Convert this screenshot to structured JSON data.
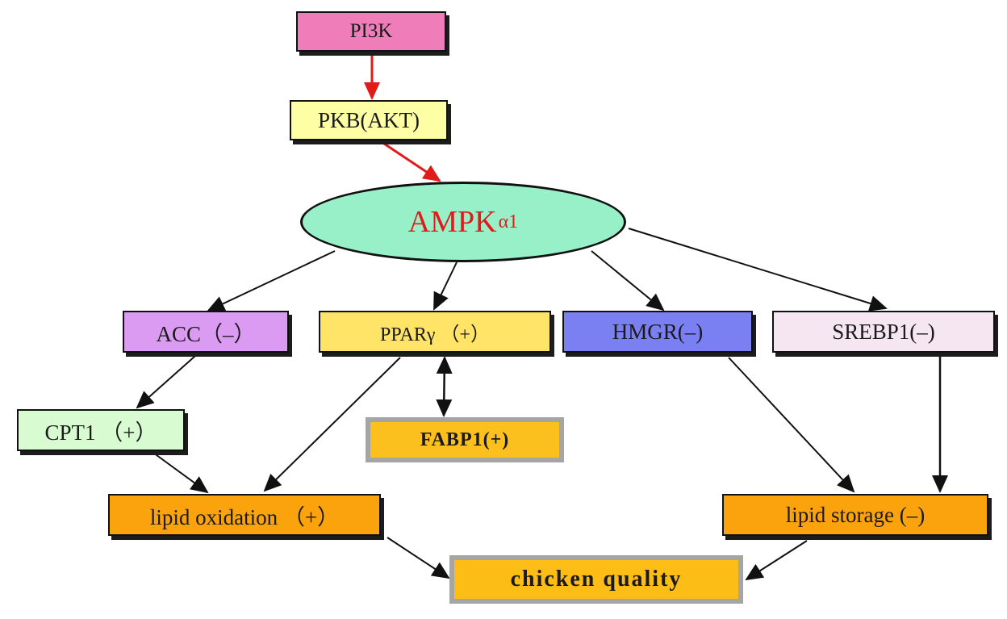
{
  "colors": {
    "pi3k": "#ef7dba",
    "pkb": "#feffa5",
    "ampk": "#98f0c9",
    "ampk_text": "#e11a1a",
    "acc": "#dc9bf2",
    "ppar": "#ffe467",
    "hmgr": "#7a80f2",
    "srebp": "#f6e6f2",
    "cpt1": "#d9fbd2",
    "fabp": "#fcc01e",
    "lipid_oxidation": "#fba30d",
    "lipid_storage": "#fba30d",
    "chicken_quality": "#fcbd17",
    "activation_arrow": "#e11a1a",
    "arrow": "#111111"
  },
  "nodes": {
    "pi3k": "PI3K",
    "pkb": "PKB(AKT)",
    "ampk_main": "AMPK",
    "ampk_sub": "α1",
    "acc": "ACC（–）",
    "ppar": "PPARγ （+）",
    "hmgr": "HMGR(–)",
    "srebp": "SREBP1(–)",
    "cpt1": "CPT1 （+）",
    "fabp": "FABP1(+)",
    "lipid_oxidation": "lipid oxidation （+）",
    "lipid_storage": "lipid storage (–)",
    "chicken_quality": "chicken  quality"
  },
  "edges": [
    {
      "from": "PI3K",
      "to": "PKB(AKT)",
      "type": "activation"
    },
    {
      "from": "PKB(AKT)",
      "to": "AMPKα1",
      "type": "activation"
    },
    {
      "from": "AMPKα1",
      "to": "ACC",
      "type": "regulation"
    },
    {
      "from": "AMPKα1",
      "to": "PPARγ",
      "type": "regulation"
    },
    {
      "from": "AMPKα1",
      "to": "HMGR",
      "type": "regulation"
    },
    {
      "from": "AMPKα1",
      "to": "SREBP1",
      "type": "regulation"
    },
    {
      "from": "ACC",
      "to": "CPT1",
      "type": "regulation"
    },
    {
      "from": "PPARγ",
      "to": "FABP1",
      "type": "bidirectional"
    },
    {
      "from": "CPT1",
      "to": "lipid oxidation",
      "type": "regulation"
    },
    {
      "from": "PPARγ",
      "to": "lipid oxidation",
      "type": "regulation"
    },
    {
      "from": "HMGR",
      "to": "lipid storage",
      "type": "regulation"
    },
    {
      "from": "SREBP1",
      "to": "lipid storage",
      "type": "regulation"
    },
    {
      "from": "lipid oxidation",
      "to": "chicken quality",
      "type": "regulation"
    },
    {
      "from": "lipid storage",
      "to": "chicken quality",
      "type": "regulation"
    }
  ]
}
